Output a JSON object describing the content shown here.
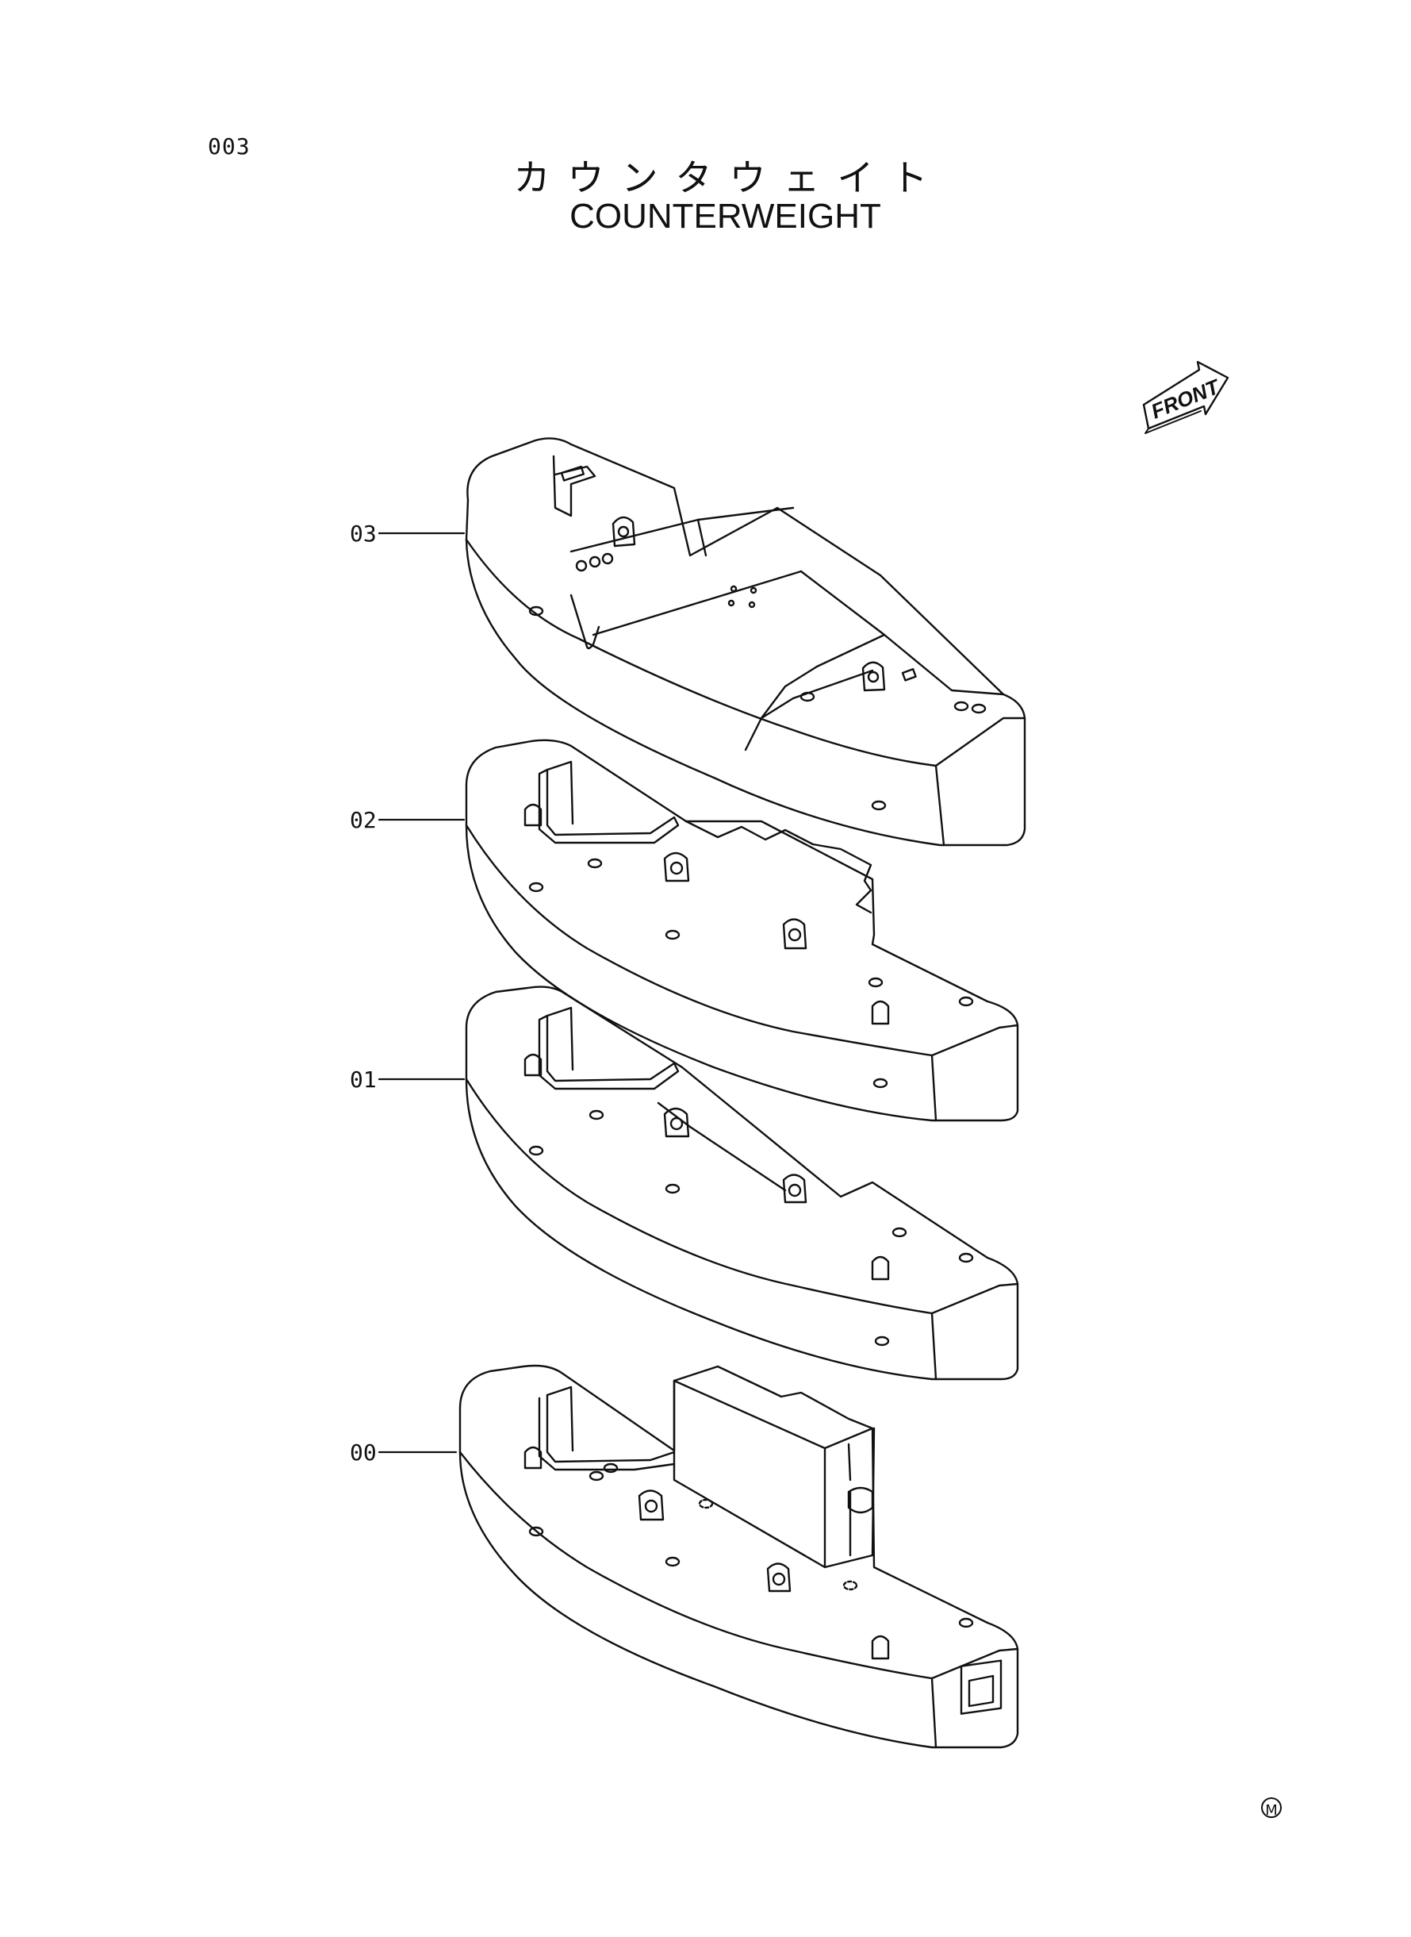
{
  "page_number": "003",
  "title": {
    "japanese": "カウンタウェイト",
    "english": "COUNTERWEIGHT"
  },
  "front_indicator": "FRONT",
  "parts": [
    {
      "callout": "03"
    },
    {
      "callout": "02"
    },
    {
      "callout": "01"
    },
    {
      "callout": "00"
    }
  ],
  "corner_mark": "M"
}
